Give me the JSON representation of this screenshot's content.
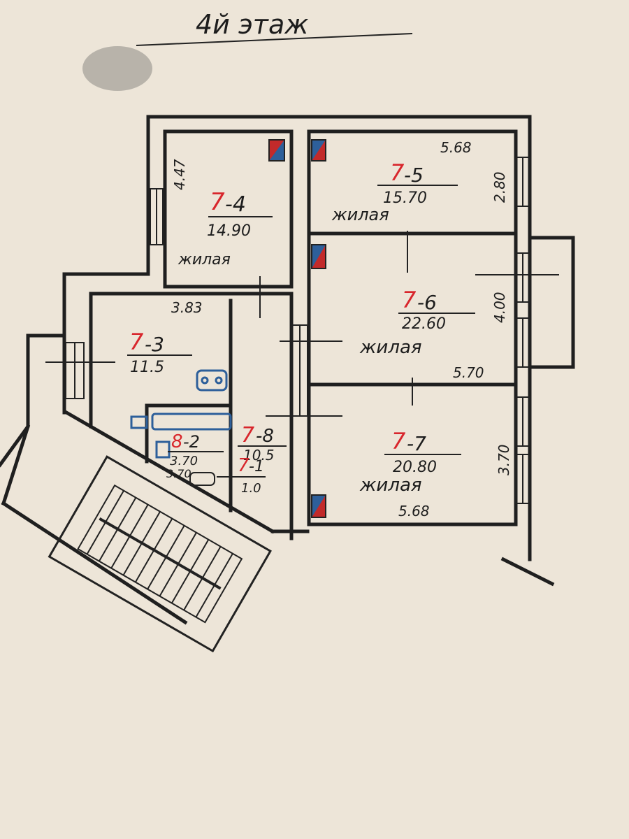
{
  "floor_title": "4й этаж",
  "room_type_label": "жилая",
  "rooms": [
    {
      "id": "7",
      "num": "-4",
      "area": "14.90",
      "type": "жилая",
      "dim": "4.47"
    },
    {
      "id": "7",
      "num": "-5",
      "area": "15.70",
      "type": "жилая",
      "dim_top": "5.68",
      "dim_side": "2.80"
    },
    {
      "id": "7",
      "num": "-6",
      "area": "22.60",
      "type": "жилая",
      "dim_side": "4.00",
      "dim_bottom": "5.70"
    },
    {
      "id": "7",
      "num": "-7",
      "area": "20.80",
      "type": "жилая",
      "dim_side": "3.70",
      "dim_bottom": "5.68"
    },
    {
      "id": "7",
      "num": "-3",
      "area": "11.5",
      "dim": "3.83"
    },
    {
      "id": "7",
      "num": "-8",
      "area": "10.5"
    },
    {
      "id": "8",
      "num": "-2",
      "area": "3.70",
      "dim": "3.70"
    },
    {
      "id": "7",
      "num": "-1",
      "area": "1.0"
    }
  ],
  "colors": {
    "paper": "#ede5d8",
    "ink": "#1f1f1f",
    "red_ink": "#d8262c",
    "blue_ink": "#2d5f9a"
  }
}
